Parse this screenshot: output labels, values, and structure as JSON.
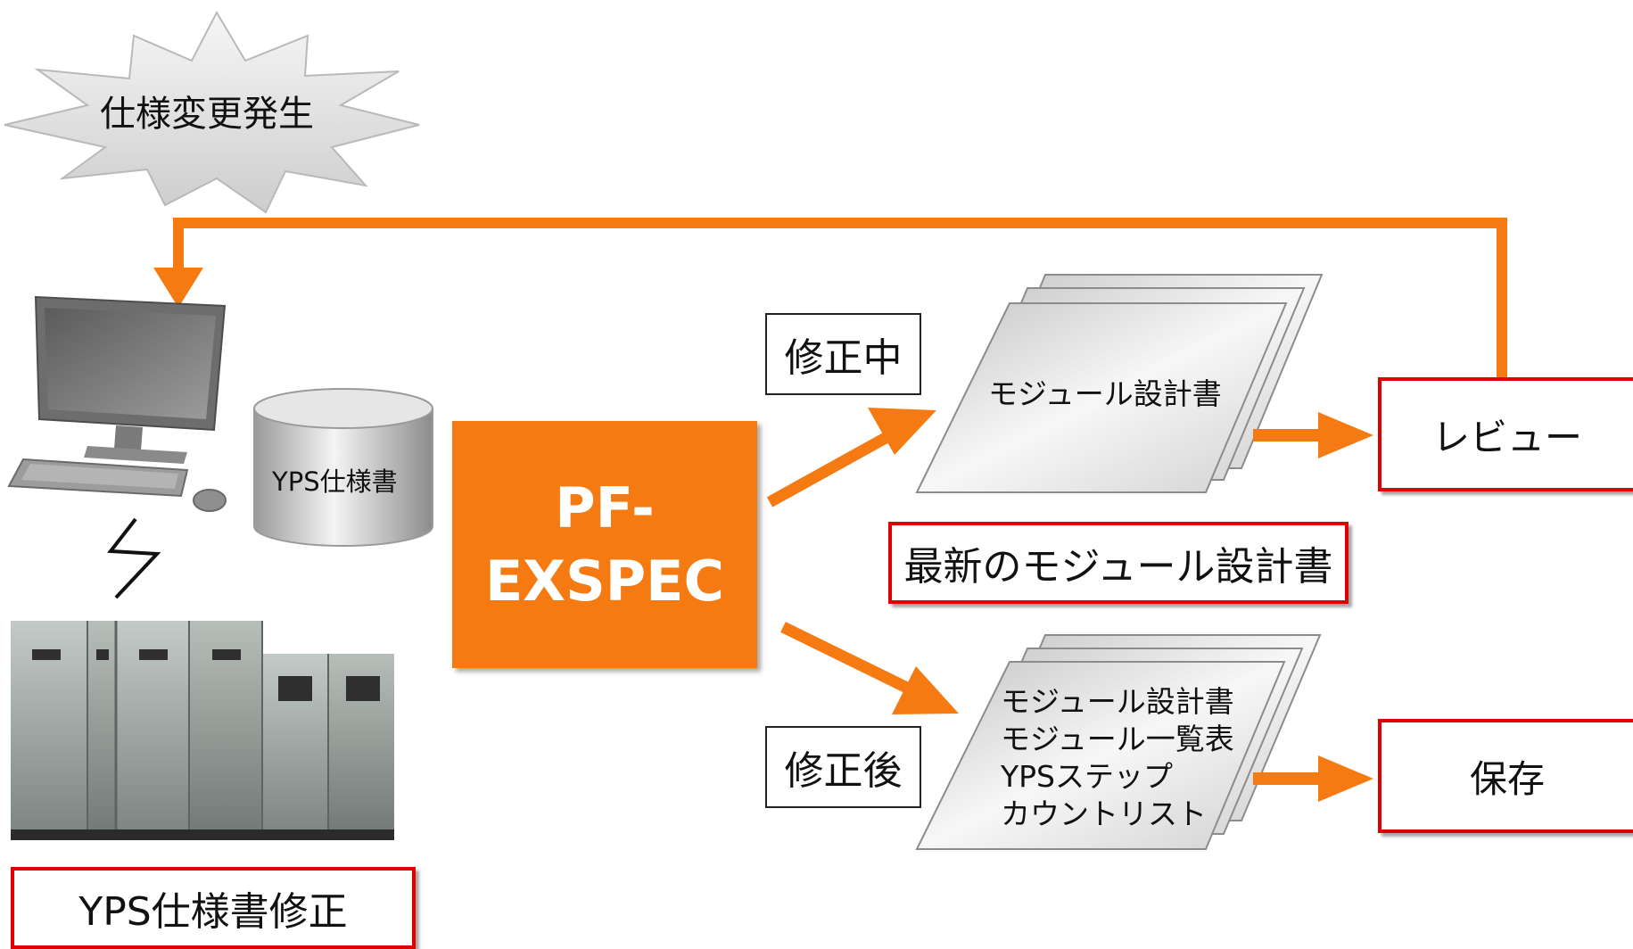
{
  "diagram": {
    "event_label": "仕様変更発生",
    "database_label": "YPS仕様書",
    "tool_name_line1": "PF-",
    "tool_name_line2": "EXSPEC",
    "status_editing": "修正中",
    "status_after": "修正後",
    "document_editing": "モジュール設計書",
    "documents_after": [
      "モジュール設計書",
      "モジュール一覧表",
      "YPSステップ",
      "カウントリスト"
    ],
    "latest_design_label": "最新のモジュール設計書",
    "review_label": "レビュー",
    "save_label": "保存",
    "spec_fix_label": "YPS仕様書修正",
    "colors": {
      "accent_orange": "#f57a12",
      "highlight_red": "#e00000"
    }
  }
}
